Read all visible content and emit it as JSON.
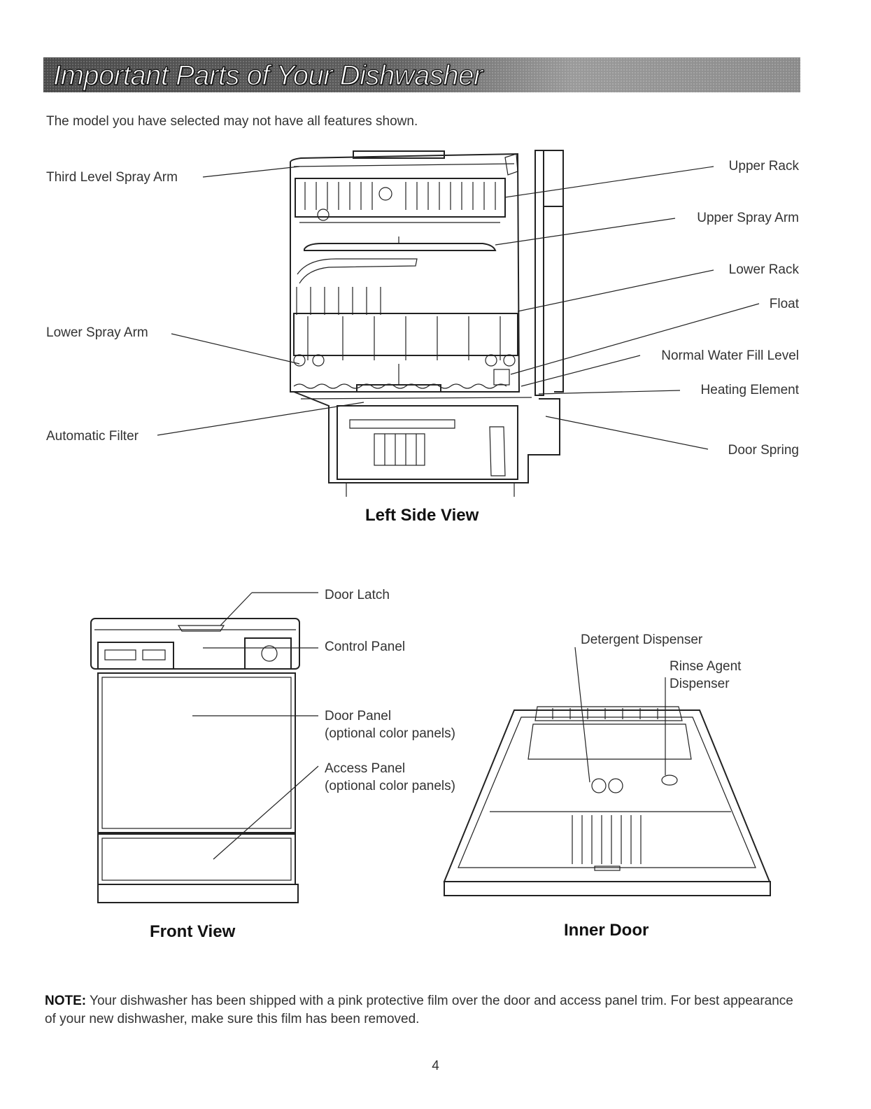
{
  "header": {
    "title": "Important Parts of Your Dishwasher"
  },
  "subtitle": "The model you have selected may not have all features shown.",
  "left_side_view": {
    "title": "Left Side View",
    "labels": {
      "third_level_spray_arm": "Third Level Spray Arm",
      "lower_spray_arm": "Lower Spray Arm",
      "automatic_filter": "Automatic Filter",
      "upper_rack": "Upper Rack",
      "upper_spray_arm": "Upper Spray Arm",
      "lower_rack": "Lower Rack",
      "float": "Float",
      "normal_water_fill_level": "Normal Water Fill Level",
      "heating_element": "Heating Element",
      "door_spring": "Door Spring"
    }
  },
  "front_view": {
    "title": "Front View",
    "labels": {
      "door_latch": "Door Latch",
      "control_panel": "Control Panel",
      "door_panel": "Door Panel",
      "door_panel_note": "(optional color panels)",
      "access_panel": "Access Panel",
      "access_panel_note": "(optional color panels)"
    }
  },
  "inner_door": {
    "title": "Inner Door",
    "labels": {
      "detergent_dispenser": "Detergent Dispenser",
      "rinse_agent_line1": "Rinse Agent",
      "rinse_agent_line2": "Dispenser"
    }
  },
  "note": {
    "label": "NOTE:",
    "text": "Your dishwasher has been shipped with a pink protective film over the door and access panel trim. For best appearance of your new dishwasher, make sure this film has been removed."
  },
  "page_number": "4"
}
